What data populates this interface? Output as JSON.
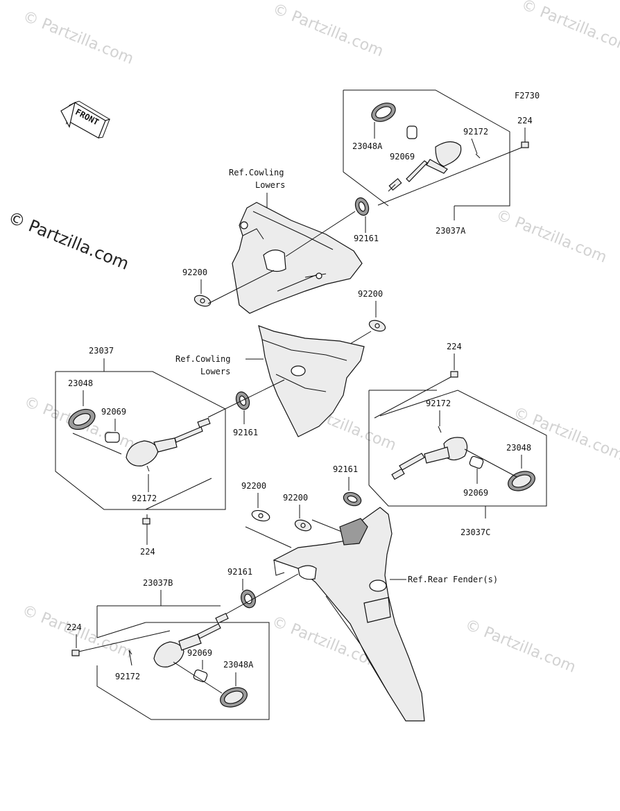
{
  "figure_code": "F2730",
  "front_label": "FRONT",
  "watermark": "© Partzilla.com",
  "refs": {
    "cowling_upper_l1": "Ref.Cowling",
    "cowling_upper_l2": "Lowers",
    "cowling_mid_l1": "Ref.Cowling",
    "cowling_mid_l2": "Lowers",
    "rear_fender": "Ref.Rear Fender(s)"
  },
  "assemblies": {
    "a": "23037A",
    "base": "23037",
    "b": "23037B",
    "c": "23037C"
  },
  "parts": {
    "p23048A_top": "23048A",
    "p92069_top": "92069",
    "p92172_top": "92172",
    "p224_top": "224",
    "p92161_top": "92161",
    "p92200_top": "92200",
    "p92200_mid": "92200",
    "p23048_left": "23048",
    "p92069_left": "92069",
    "p92172_left": "92172",
    "p224_left": "224",
    "p92161_left": "92161",
    "p224_right": "224",
    "p92172_right": "92172",
    "p23048_right": "23048",
    "p92161_right": "92161",
    "p92069_right": "92069",
    "p92200_low1": "92200",
    "p92200_low2": "92200",
    "p92161_bottom": "92161",
    "p224_bottom": "224",
    "p92069_bottom": "92069",
    "p92172_bottom": "92172",
    "p23048A_bottom": "23048A"
  }
}
